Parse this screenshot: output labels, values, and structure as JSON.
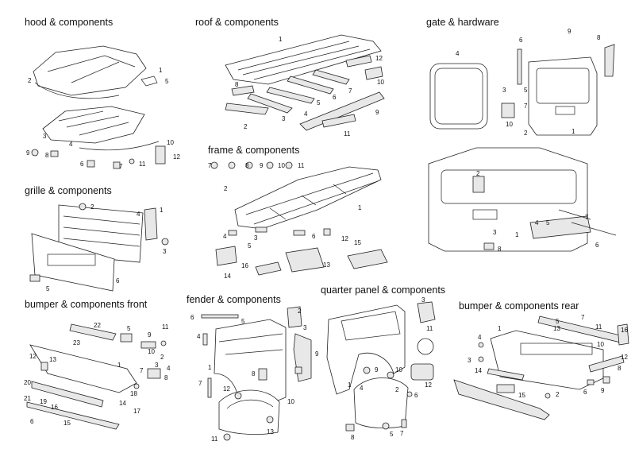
{
  "sections": [
    {
      "id": "hood",
      "title": "hood & components"
    },
    {
      "id": "roof",
      "title": "roof & components"
    },
    {
      "id": "gate",
      "title": "gate & hardware"
    },
    {
      "id": "frame",
      "title": "frame & components"
    },
    {
      "id": "grille",
      "title": "grille & components"
    },
    {
      "id": "bumper-front",
      "title": "bumper & components front"
    },
    {
      "id": "fender",
      "title": "fender & components"
    },
    {
      "id": "quarter",
      "title": "quarter panel & components"
    },
    {
      "id": "bumper-rear",
      "title": "bumper & components rear"
    }
  ],
  "callouts": {
    "hood": [
      "1",
      "2",
      "3",
      "4",
      "5",
      "6",
      "7",
      "8",
      "9",
      "10",
      "11",
      "12"
    ],
    "roof": [
      "1",
      "2",
      "3",
      "4",
      "5",
      "6",
      "7",
      "8",
      "9",
      "10",
      "11",
      "12"
    ],
    "gate": [
      "1",
      "2",
      "3",
      "4",
      "5",
      "6",
      "7",
      "8",
      "9",
      "10",
      "1",
      "2",
      "3",
      "4",
      "5",
      "6",
      "7",
      "8"
    ],
    "frame": [
      "1",
      "2",
      "3",
      "4",
      "5",
      "6",
      "7",
      "8",
      "9",
      "10",
      "11",
      "12",
      "13",
      "14",
      "15",
      "16"
    ],
    "grille": [
      "1",
      "2",
      "3",
      "4",
      "5",
      "6"
    ],
    "bumper-front": [
      "1",
      "2",
      "3",
      "4",
      "5",
      "6",
      "7",
      "8",
      "9",
      "10",
      "11",
      "12",
      "13",
      "14",
      "15",
      "16",
      "17",
      "18",
      "19",
      "20",
      "21",
      "22",
      "23"
    ],
    "fender": [
      "1",
      "2",
      "3",
      "4",
      "5",
      "6",
      "7",
      "8",
      "9",
      "10",
      "11",
      "12",
      "13"
    ],
    "quarter": [
      "1",
      "2",
      "3",
      "4",
      "5",
      "6",
      "7",
      "8",
      "9",
      "10",
      "11",
      "12"
    ],
    "bumper-rear": [
      "1",
      "2",
      "3",
      "4",
      "5",
      "6",
      "7",
      "8",
      "9",
      "10",
      "11",
      "12",
      "13",
      "14",
      "15",
      "16"
    ]
  }
}
